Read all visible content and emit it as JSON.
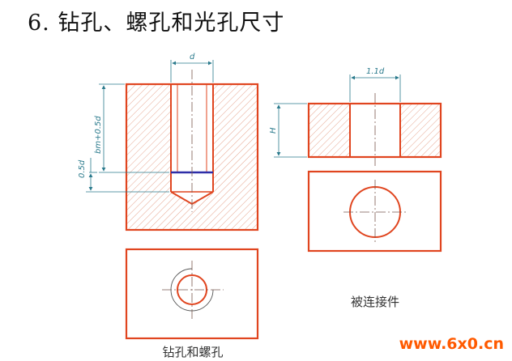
{
  "title": "6.  钻孔、螺孔和光孔尺寸",
  "left_figure": {
    "dim_d": "d",
    "dim_bm": "bm+0.5d",
    "dim_half_d": "0.5d",
    "caption": "钻孔和螺孔"
  },
  "right_figure": {
    "dim_1_1d": "1.1d",
    "dim_H": "H",
    "caption": "被连接件"
  },
  "watermark": "www.6x0.cn",
  "colors": {
    "outline": "#e0451f",
    "hatch": "#e6a58f",
    "dimension": "#2a7a8c",
    "thread_line": "#2e2ea8",
    "centerline": "#7a5a50"
  }
}
